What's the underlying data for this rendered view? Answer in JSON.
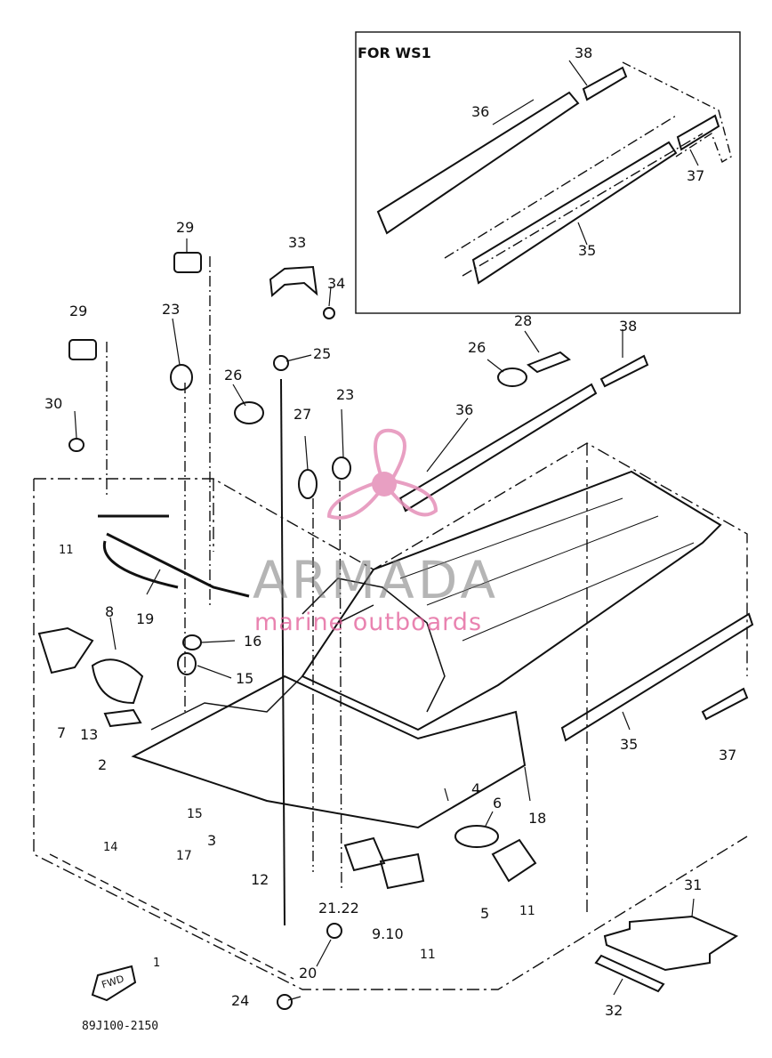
{
  "inset": {
    "title": "FOR WS1"
  },
  "diagram_code": "89J100-2150",
  "watermark": {
    "brand": "ARMADA",
    "tagline": "marine outboards",
    "logo_icon": "propeller-logo-icon",
    "logo_color": "#e58fb8"
  },
  "fwd_label": "FWD",
  "callouts": {
    "n38_inset": "38",
    "n36_inset": "36",
    "n37_inset": "37",
    "n35_inset": "35",
    "n29a": "29",
    "n33": "33",
    "n34": "34",
    "n29b": "29",
    "n23a": "23",
    "n25": "25",
    "n26a": "26",
    "n27": "27",
    "n23b": "23",
    "n30": "30",
    "n28": "28",
    "n38": "38",
    "n26b": "26",
    "n36": "36",
    "n11a": "11",
    "n19": "19",
    "n8": "8",
    "n16": "16",
    "n15a": "15",
    "n7": "7",
    "n13": "13",
    "n2": "2",
    "n15b": "15",
    "n14": "14",
    "n17": "17",
    "n3": "3",
    "n12": "12",
    "n4": "4",
    "n6": "6",
    "n18": "18",
    "n35": "35",
    "n37": "37",
    "n5": "5",
    "n11b": "11",
    "n11c": "11",
    "n21_22": "21.22",
    "n9_10": "9.10",
    "n20": "20",
    "n1": "1",
    "n24": "24",
    "n31": "31",
    "n32": "32"
  }
}
